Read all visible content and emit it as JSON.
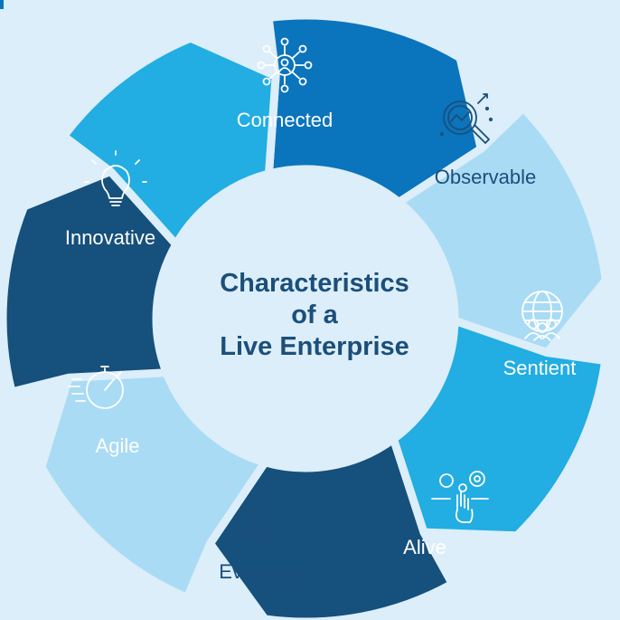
{
  "colors": {
    "background": "#dceef9",
    "gap": "#dceef9",
    "center_fill": "#dceef9",
    "title_text": "#1b4f7a",
    "white_text": "#ffffff",
    "dark_text": "#1b4f7a"
  },
  "diagram": {
    "center_title": [
      "Characteristics",
      "of a",
      "Live Enterprise"
    ],
    "segments": [
      {
        "label": "Connected",
        "icon": "network-person-icon",
        "color": "#0a74bd",
        "text_color": "#ffffff"
      },
      {
        "label": "Observable",
        "icon": "magnifier-analytics-icon",
        "color": "#a9dbf5",
        "text_color": "#1b4f7a"
      },
      {
        "label": "Sentient",
        "icon": "globe-people-icon",
        "color": "#22ade3",
        "text_color": "#ffffff"
      },
      {
        "label": "Alive",
        "icon": "hand-gears-icon",
        "color": "#16507c",
        "text_color": "#ffffff"
      },
      {
        "label": "Evolvable",
        "icon": "laptop-gear-icon",
        "color": "#a9dbf5",
        "text_color": "#1b4f7a"
      },
      {
        "label": "Agile",
        "icon": "stopwatch-icon",
        "color": "#16507c",
        "text_color": "#ffffff"
      },
      {
        "label": "Innovative",
        "icon": "lightbulb-icon",
        "color": "#22ade3",
        "text_color": "#ffffff"
      }
    ]
  }
}
